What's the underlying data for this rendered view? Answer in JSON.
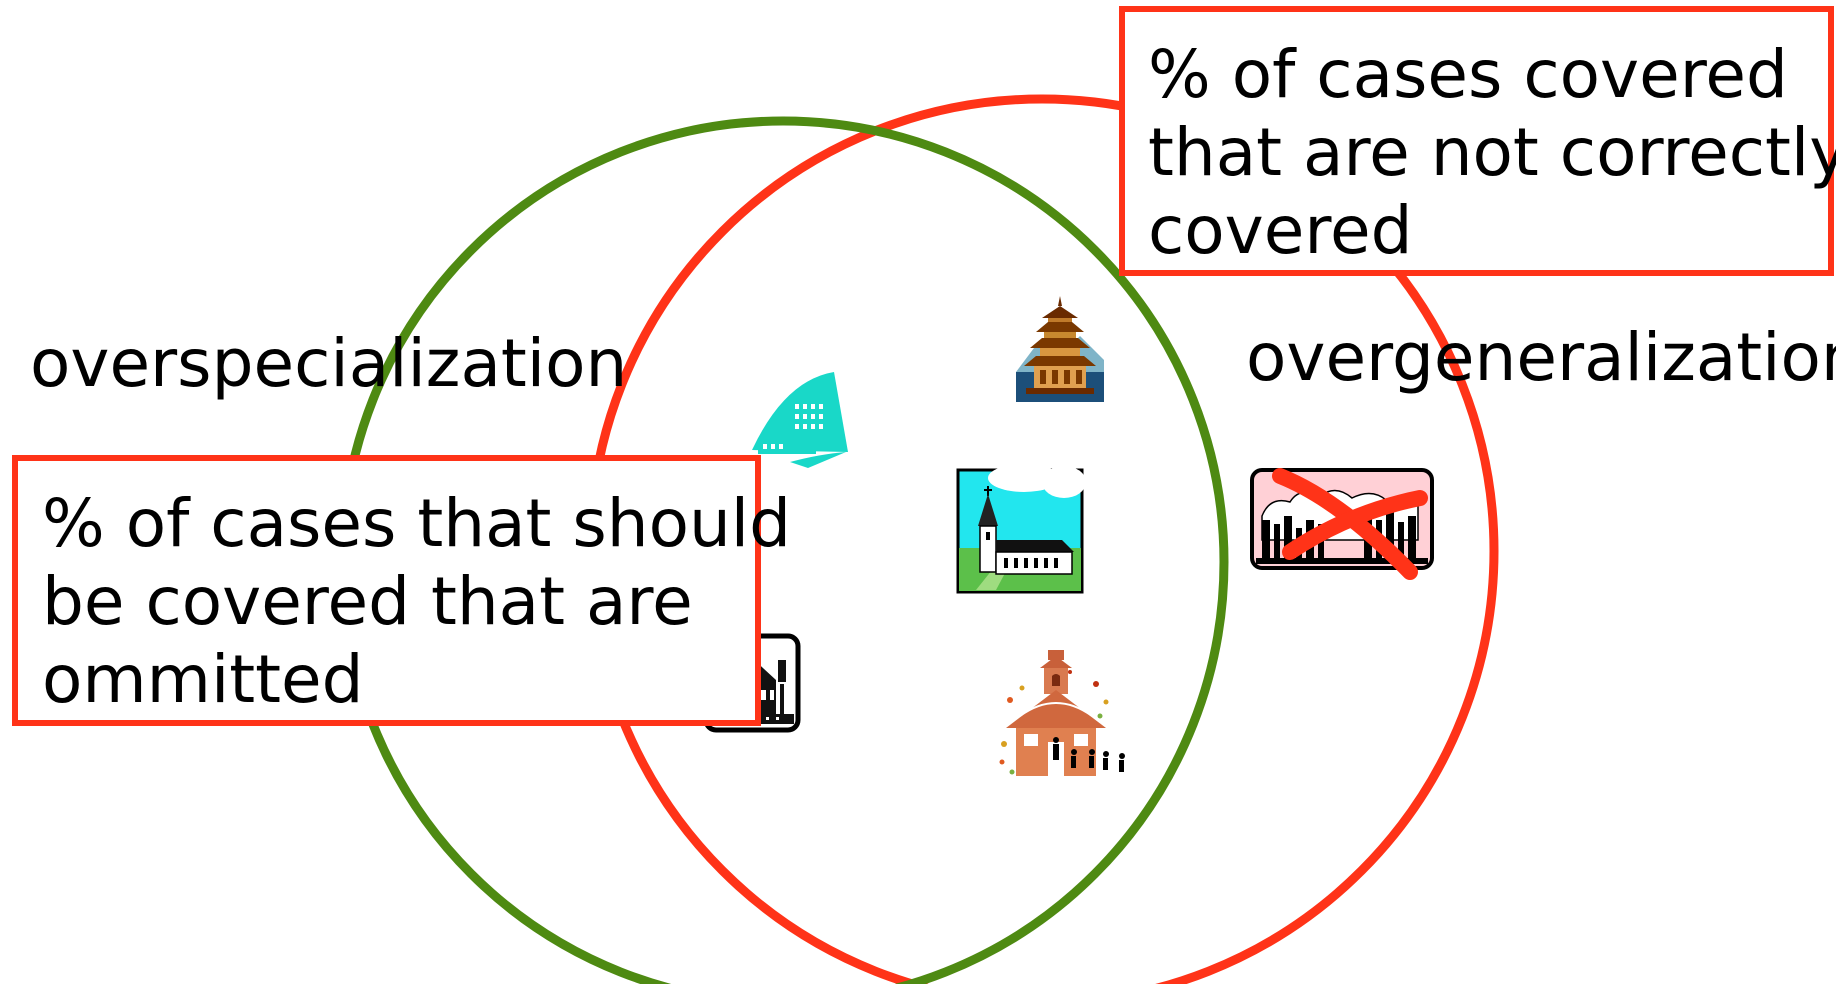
{
  "labels": {
    "left": "overspecialization",
    "right": "overgeneralization"
  },
  "callouts": {
    "top_right": {
      "lines": [
        "% of cases covered",
        "that are not correctly",
        "covered"
      ]
    },
    "bottom_left": {
      "lines": [
        "% of cases that should",
        "be covered that are",
        "ommitted"
      ]
    }
  },
  "sets": [
    {
      "role": "should-be-covered",
      "color": "#4e8a12"
    },
    {
      "role": "covered",
      "color": "#ff3318"
    }
  ],
  "icons": [
    {
      "name": "office-building-icon"
    },
    {
      "name": "pagoda-icon"
    },
    {
      "name": "church-icon"
    },
    {
      "name": "house-icon"
    },
    {
      "name": "schoolhouse-icon"
    },
    {
      "name": "crossed-out-city-icon",
      "mark_color": "#ff3318"
    }
  ],
  "colors": {
    "callout_border": "#ff3318",
    "text": "#000000",
    "background": "#ffffff"
  }
}
